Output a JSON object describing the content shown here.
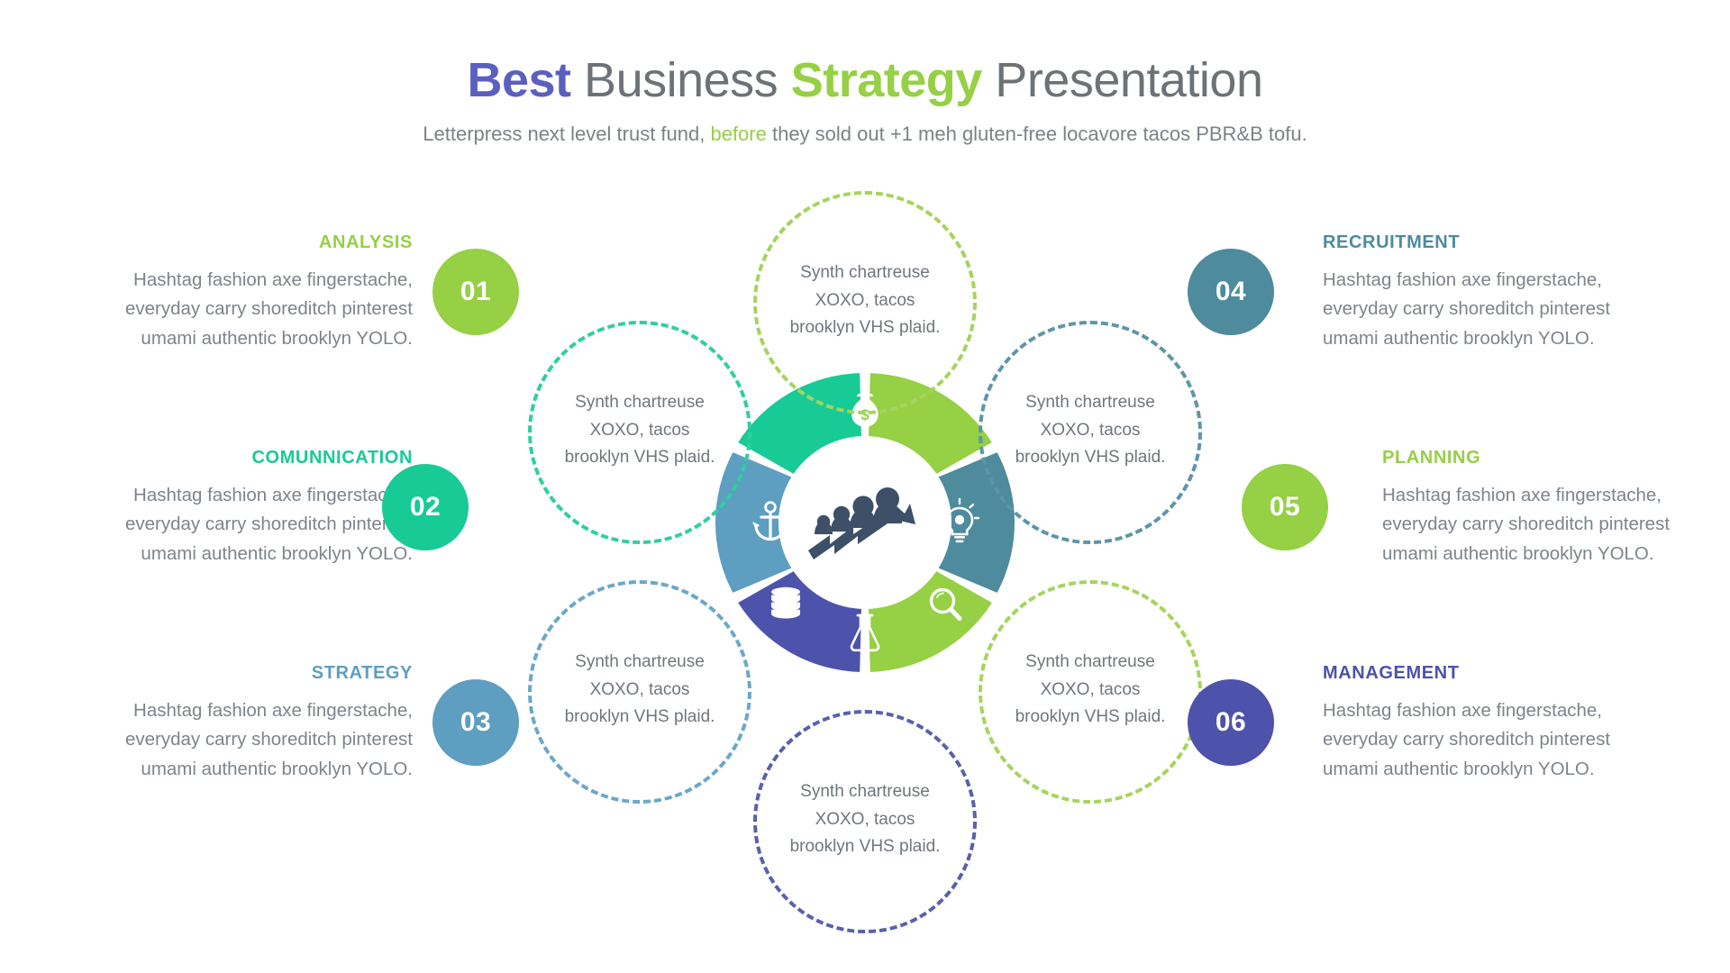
{
  "header": {
    "title_parts": [
      {
        "text": "Best",
        "bold": true,
        "color": "#5a5fc0"
      },
      {
        "text": " ",
        "bold": false,
        "color": "#6d7277"
      },
      {
        "text": "Business",
        "bold": false,
        "color": "#6d7277"
      },
      {
        "text": " ",
        "bold": false,
        "color": "#6d7277"
      },
      {
        "text": "Strategy",
        "bold": true,
        "color": "#95d045"
      },
      {
        "text": " ",
        "bold": false,
        "color": "#6d7277"
      },
      {
        "text": "Presentation",
        "bold": false,
        "color": "#6d7277"
      }
    ],
    "subtitle_before": "Letterpress next level trust fund, ",
    "subtitle_highlight": "before",
    "subtitle_after": " they sold out +1 meh gluten-free locavore tacos PBR&B tofu."
  },
  "colors": {
    "green": "#95d045",
    "emerald": "#18ca96",
    "steel_light": "#5d9ec1",
    "steel_dark": "#4d8b9d",
    "purple": "#4d52ab",
    "navy": "#3d5068",
    "text_gray": "#7d848b"
  },
  "steps": [
    {
      "number": "01",
      "heading": "ANALYSIS",
      "body": "Hashtag fashion axe fingerstache, everyday carry shoreditch pinterest umami authentic brooklyn YOLO.",
      "color": "#95d045",
      "side": "left",
      "icon": "money-bag-icon",
      "bubble_text": "Synth chartreuse XOXO, tacos brooklyn VHS plaid."
    },
    {
      "number": "02",
      "heading": "COMUNNICATION",
      "body": "Hashtag fashion axe fingerstache, everyday carry shoreditch pinterest umami authentic brooklyn YOLO.",
      "color": "#18ca96",
      "side": "left",
      "icon": "anchor-icon",
      "bubble_text": "Synth chartreuse XOXO, tacos brooklyn VHS plaid."
    },
    {
      "number": "03",
      "heading": "STRATEGY",
      "body": "Hashtag fashion axe fingerstache, everyday carry shoreditch pinterest umami authentic brooklyn YOLO.",
      "color": "#5d9ec1",
      "side": "left",
      "icon": "database-icon",
      "bubble_text": "Synth chartreuse XOXO, tacos brooklyn VHS plaid."
    },
    {
      "number": "04",
      "heading": "RECRUITMENT",
      "body": "Hashtag fashion axe fingerstache, everyday carry shoreditch pinterest umami authentic brooklyn YOLO.",
      "color": "#4d8b9d",
      "side": "right",
      "icon": "lightbulb-icon",
      "bubble_text": "Synth chartreuse XOXO, tacos brooklyn VHS plaid."
    },
    {
      "number": "05",
      "heading": "PLANNING",
      "body": "Hashtag fashion axe fingerstache, everyday carry shoreditch pinterest umami authentic brooklyn YOLO.",
      "color": "#95d045",
      "side": "right",
      "icon": "magnifier-icon",
      "bubble_text": "Synth chartreuse XOXO, tacos brooklyn VHS plaid."
    },
    {
      "number": "06",
      "heading": "MANAGEMENT",
      "body": "Hashtag fashion axe fingerstache, everyday carry shoreditch pinterest umami authentic brooklyn YOLO.",
      "color": "#4d52ab",
      "side": "right",
      "icon": "flask-icon",
      "bubble_text": "Synth chartreuse XOXO, tacos brooklyn VHS plaid."
    }
  ],
  "center": {
    "icon": "team-growth-arrow-icon"
  },
  "chart_data": {
    "type": "pie",
    "title": "Best Business Strategy Presentation",
    "categories": [
      "ANALYSIS",
      "RECRUITMENT",
      "PLANNING",
      "MANAGEMENT",
      "STRATEGY",
      "COMUNNICATION"
    ],
    "values": [
      16.6667,
      16.6667,
      16.6667,
      16.6667,
      16.6667,
      16.6667
    ],
    "colors": [
      "#95d045",
      "#4d8b9d",
      "#95d045",
      "#4d52ab",
      "#5d9ec1",
      "#18ca96"
    ],
    "legend": "side-labels",
    "notes": "Six equal donut segments, 60 degrees each, gaps between segments"
  }
}
